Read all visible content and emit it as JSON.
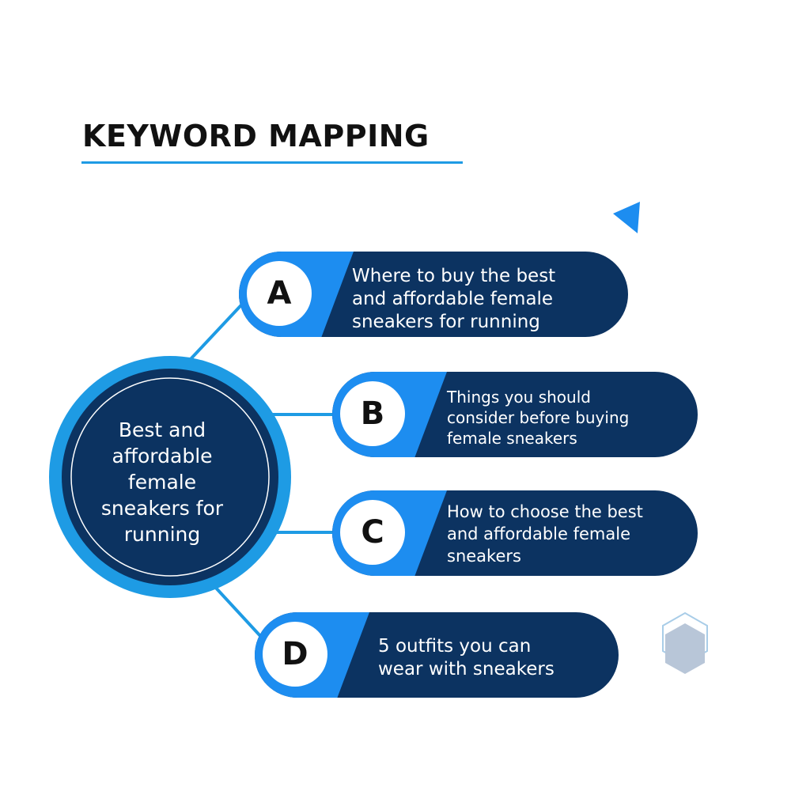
{
  "title": "KEYWORD MAPPING",
  "center": {
    "lines": [
      "Best and",
      "affordable",
      "female",
      "sneakers for",
      "running"
    ]
  },
  "items": [
    {
      "letter": "A",
      "lines": [
        "Where to buy the best",
        "and affordable female",
        "sneakers for running"
      ]
    },
    {
      "letter": "B",
      "lines": [
        "Things you should",
        "consider before buying",
        "female sneakers"
      ]
    },
    {
      "letter": "C",
      "lines": [
        "How to choose the best",
        "and affordable female",
        "sneakers"
      ]
    },
    {
      "letter": "D",
      "lines": [
        "5 outfits you can",
        "wear with sneakers"
      ]
    }
  ],
  "colors": {
    "navy": "#0c3361",
    "blue": "#1d8df0",
    "accent": "#1e9be4",
    "hexagon": "#b8c6d8"
  }
}
